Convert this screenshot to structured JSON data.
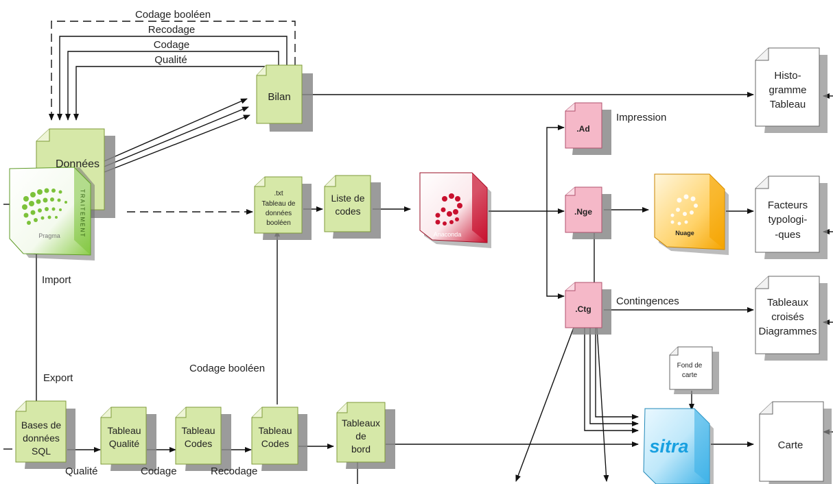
{
  "loop_labels": {
    "codage_booleen": "Codage booléen",
    "recodage": "Recodage",
    "codage": "Codage",
    "qualite": "Qualité"
  },
  "nodes": {
    "bilan": "Bilan",
    "donnees": "Données",
    "pragma_name": "Pragma",
    "pragma_vertical": "TRAITEMENT",
    "txt_ext": ".txt",
    "txt_lines": [
      "Tableau de",
      "données",
      "booléen"
    ],
    "liste_codes": [
      "Liste de",
      "codes"
    ],
    "anaconda": "Anaconda",
    "ad": ".Ad",
    "nge": ".Nge",
    "ctg": ".Ctg",
    "nuage": "Nuage",
    "histogramme": [
      "Histo-",
      "gramme",
      "Tableau"
    ],
    "facteurs": [
      "Facteurs",
      "typologi-",
      "-ques"
    ],
    "tableaux_croises": [
      "Tableaux",
      "croisés",
      "Diagrammes"
    ],
    "fond_de_carte": [
      "Fond de",
      "carte"
    ],
    "sitra": "sitra",
    "carte": "Carte",
    "bases": [
      "Bases de",
      "données",
      "SQL"
    ],
    "tableau_qualite": [
      "Tableau",
      "Qualité"
    ],
    "tableau_codes_1": [
      "Tableau",
      "Codes"
    ],
    "tableau_codes_2": [
      "Tableau",
      "Codes"
    ],
    "tableaux_bord": [
      "Tableaux",
      "de",
      "bord"
    ]
  },
  "edge_labels": {
    "impression": "Impression",
    "contingences": "Contingences",
    "import": "Import",
    "export": "Export",
    "codage_booleen": "Codage booléen",
    "qualite": "Qualité",
    "codage": "Codage",
    "recodage": "Recodage"
  },
  "colors": {
    "green_doc": "#d6e8a8",
    "green_doc_stroke": "#7f9a3a",
    "pink_doc": "#f5b8c8",
    "pink_doc_stroke": "#b0506c",
    "white_doc": "#ffffff",
    "shadow": "#8a8a8a",
    "pragma_green": "#7cc23a",
    "anaconda_red": "#c8102e",
    "nuage_orange": "#f5a400",
    "sitra_blue": "#3fb3e8"
  }
}
